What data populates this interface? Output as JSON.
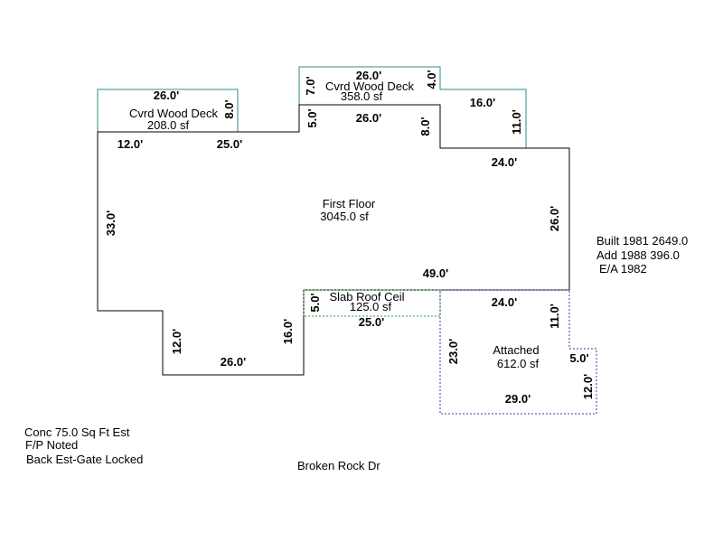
{
  "areas": {
    "deck_left": {
      "name": "Cvrd Wood Deck",
      "area": "208.0 sf"
    },
    "deck_top": {
      "name": "Cvrd Wood Deck",
      "area": "358.0 sf"
    },
    "first_floor": {
      "name": "First Floor",
      "area": "3045.0 sf"
    },
    "slab": {
      "name": "Slab Roof Ceil",
      "area": "125.0 sf"
    },
    "attached": {
      "name": "Attached",
      "area": "612.0 sf"
    }
  },
  "dimensions": {
    "deck_left_width": "26.0'",
    "deck_left_depth": "8.0'",
    "deck_top_width": "26.0'",
    "deck_top_left": "7.0'",
    "deck_top_right": "4.0'",
    "deck_top_step": "16.0'",
    "deck_top_drop": "11.0'",
    "house_top_left": "12.0'",
    "house_top_mid": "25.0'",
    "house_notch_left": "5.0'",
    "house_notch_top": "26.0'",
    "house_notch_right": "8.0'",
    "house_right_top": "24.0'",
    "house_right": "26.0'",
    "house_left": "33.0'",
    "house_bottom_right": "49.0'",
    "slab_side": "5.0'",
    "slab_bottom": "25.0'",
    "wing_left": "12.0'",
    "wing_bottom": "26.0'",
    "wing_right": "16.0'",
    "garage_top": "24.0'",
    "garage_right": "11.0'",
    "garage_left": "23.0'",
    "garage_bump": "5.0'",
    "garage_bump_right": "12.0'",
    "garage_bottom": "29.0'"
  },
  "notes": {
    "built": "Built 1981 2649.0",
    "add": "Add 1988 396.0",
    "ea": "E/A 1982",
    "conc": "Conc 75.0 Sq Ft Est",
    "fp": "F/P Noted",
    "back": "Back Est-Gate Locked",
    "street": "Broken Rock Dr"
  },
  "colors": {
    "deck_outline": "#2e8b8b",
    "house_outline": "#000000",
    "slab_outline": "#3c9a3c",
    "attached_outline": "#3a3a9a"
  }
}
